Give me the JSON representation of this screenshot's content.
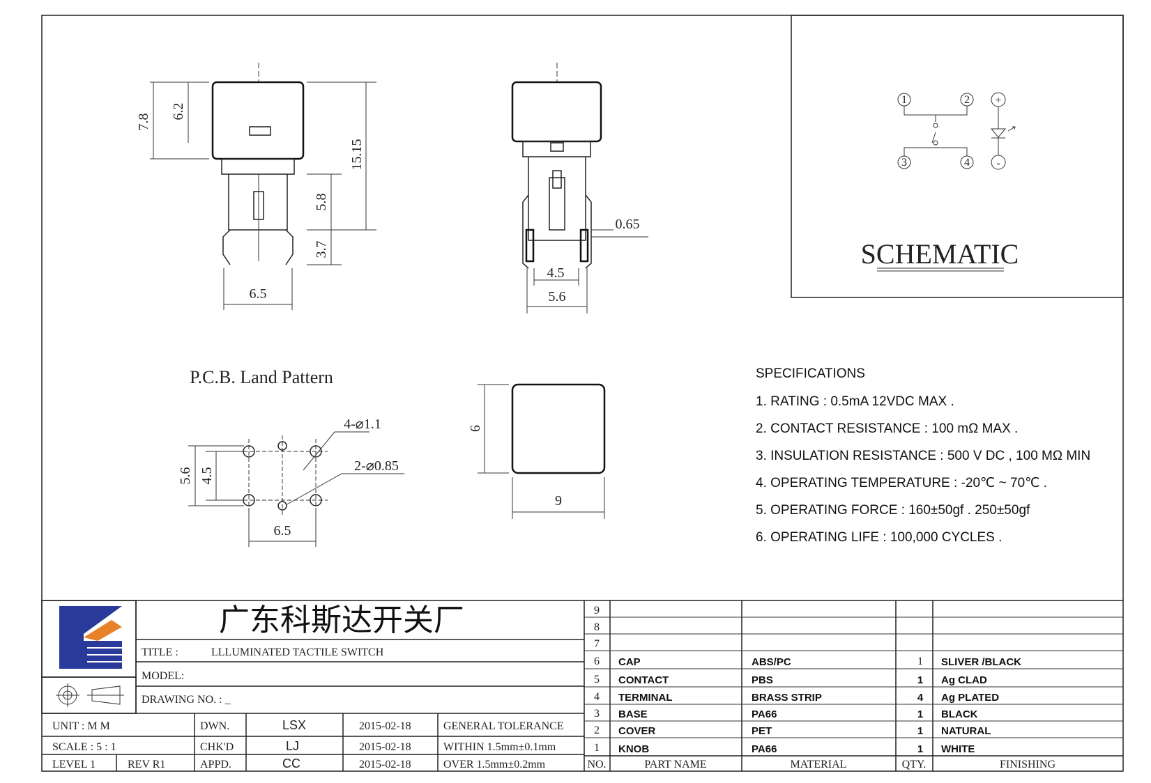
{
  "schematic": {
    "title": "SCHEMATIC",
    "pins": [
      "1",
      "2",
      "3",
      "4",
      "+",
      "-"
    ]
  },
  "dimensions": {
    "side": [
      "7.8",
      "6.2",
      "15.15",
      "5.8",
      "3.7",
      "6.5"
    ],
    "front": [
      "0.65",
      "4.5",
      "5.6"
    ],
    "top": [
      "9",
      "9"
    ],
    "pcb": [
      "4-⌀1.1",
      "2-⌀0.85",
      "5.6",
      "4.5",
      "6.5"
    ]
  },
  "pcb_label": "P.C.B. Land Pattern",
  "specifications": {
    "heading": "SPECIFICATIONS",
    "items": [
      "1. RATING : 0.5mA 12VDC MAX .",
      "2. CONTACT RESISTANCE : 100 mΩ MAX .",
      "3. INSULATION RESISTANCE : 500 V DC , 100 MΩ MIN",
      "4. OPERATING TEMPERATURE : -20℃ ~ 70℃ .",
      "5. OPERATING FORCE : 160±50gf . 250±50gf",
      "6. OPERATING LIFE : 100,000 CYCLES ."
    ]
  },
  "title_block": {
    "company": "广东科斯达开关厂",
    "title_label": "TITLE :",
    "title_value": "LLLUMINATED TACTILE SWITCH",
    "model_label": "MODEL:",
    "drawing_label": "DRAWING NO. : _",
    "rows": [
      {
        "c1": "UNIT   :   M M",
        "c2": "DWN.",
        "c3": "LSX",
        "c4": "2015-02-18",
        "c5": "GENERAL TOLERANCE"
      },
      {
        "c1": "SCALE  :  5 : 1",
        "c2": "CHK'D",
        "c3": "LJ",
        "c4": "2015-02-18",
        "c5": "WITHIN 1.5mm±0.1mm"
      },
      {
        "c1": "LEVEL 1",
        "c1b": "REV  R1",
        "c2": "APPD.",
        "c3": "CC",
        "c4": "2015-02-18",
        "c5": "OVER   1.5mm±0.2mm"
      }
    ]
  },
  "bom": {
    "headers": [
      "NO.",
      "PART  NAME",
      "MATERIAL",
      "QTY.",
      "FINISHING"
    ],
    "empty_rows": [
      "9",
      "8",
      "7"
    ],
    "rows": [
      {
        "no": "6",
        "part": "CAP",
        "material": "ABS/PC",
        "qty": "1",
        "finish": "SLIVER /BLACK"
      },
      {
        "no": "5",
        "part": "CONTACT",
        "material": "PBS",
        "qty": "1",
        "finish": "Ag CLAD"
      },
      {
        "no": "4",
        "part": "TERMINAL",
        "material": "BRASS STRIP",
        "qty": "4",
        "finish": "Ag PLATED"
      },
      {
        "no": "3",
        "part": "BASE",
        "material": "PA66",
        "qty": "1",
        "finish": "BLACK"
      },
      {
        "no": "2",
        "part": "COVER",
        "material": "PET",
        "qty": "1",
        "finish": "NATURAL"
      },
      {
        "no": "1",
        "part": "KNOB",
        "material": "PA66",
        "qty": "1",
        "finish": "WHITE"
      }
    ]
  },
  "colors": {
    "logo_blue": "#2a3a9a",
    "logo_orange": "#e8822a",
    "line": "#222222"
  }
}
